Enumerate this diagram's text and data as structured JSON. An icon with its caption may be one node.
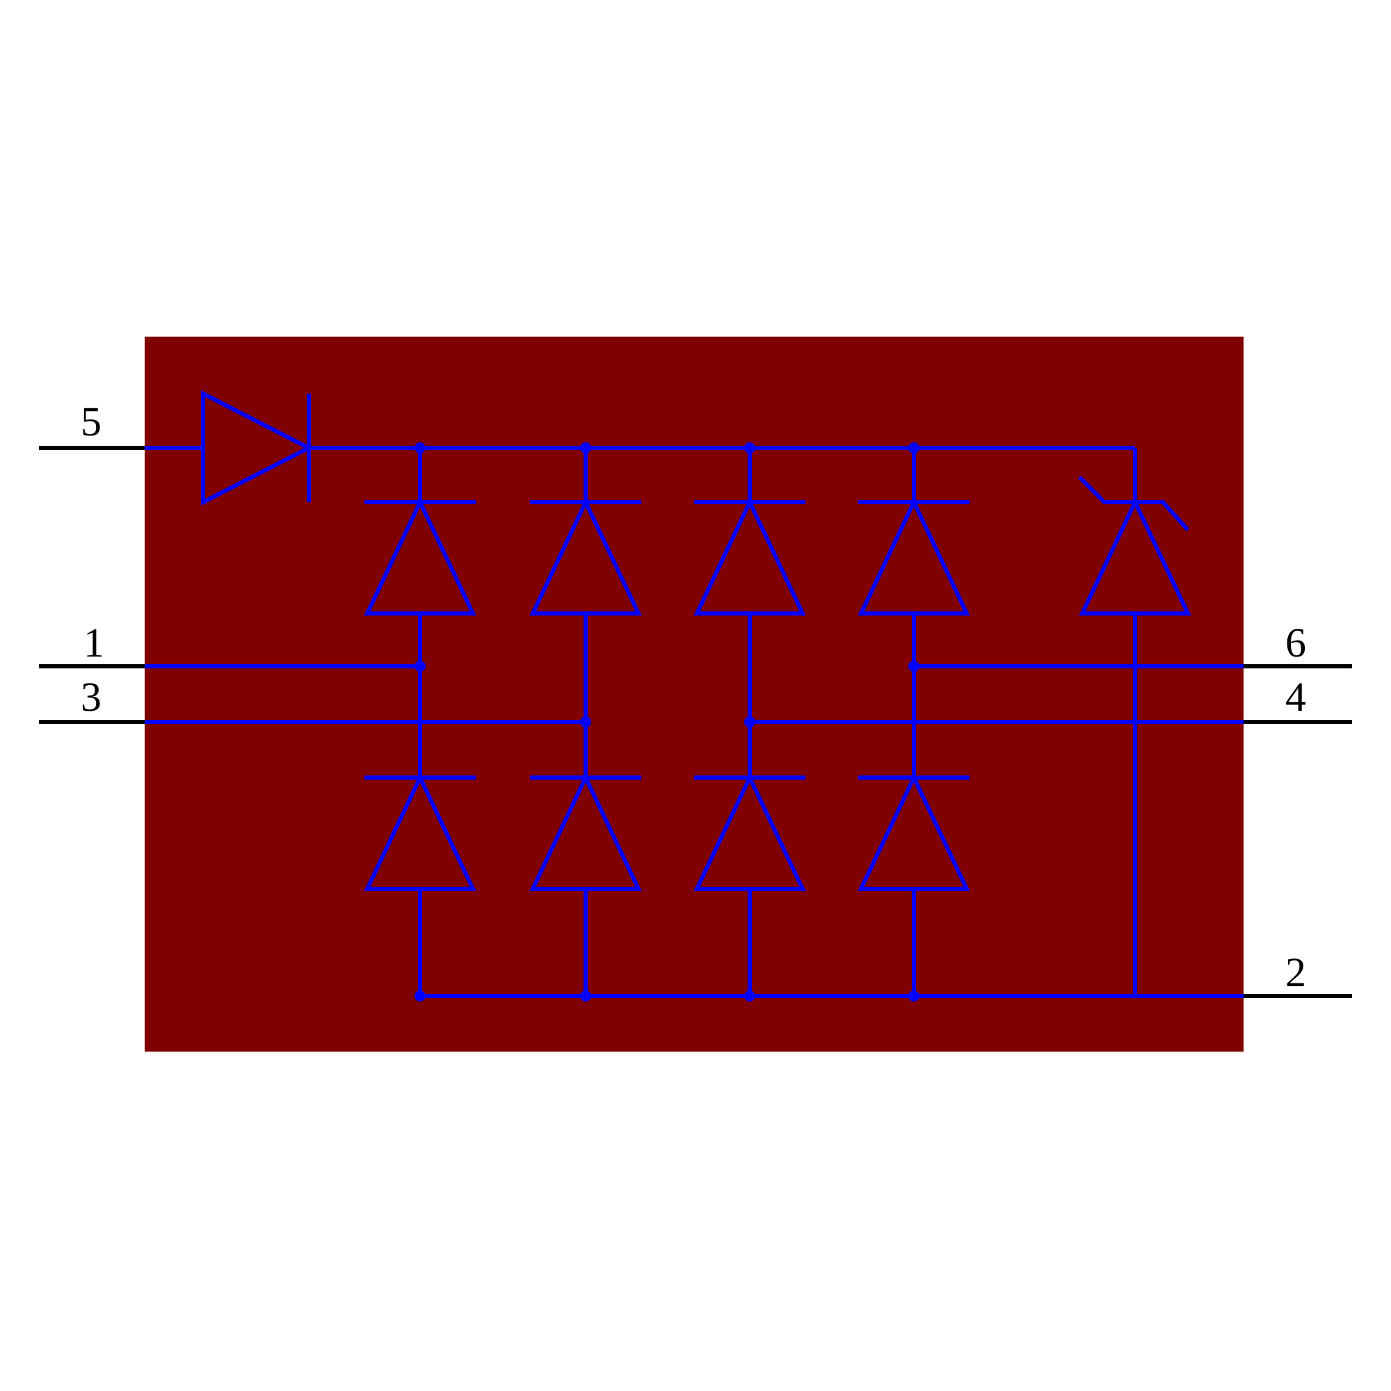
{
  "diagram": {
    "labels": [
      "5",
      "1",
      "3",
      "6",
      "4",
      "2"
    ]
  }
}
